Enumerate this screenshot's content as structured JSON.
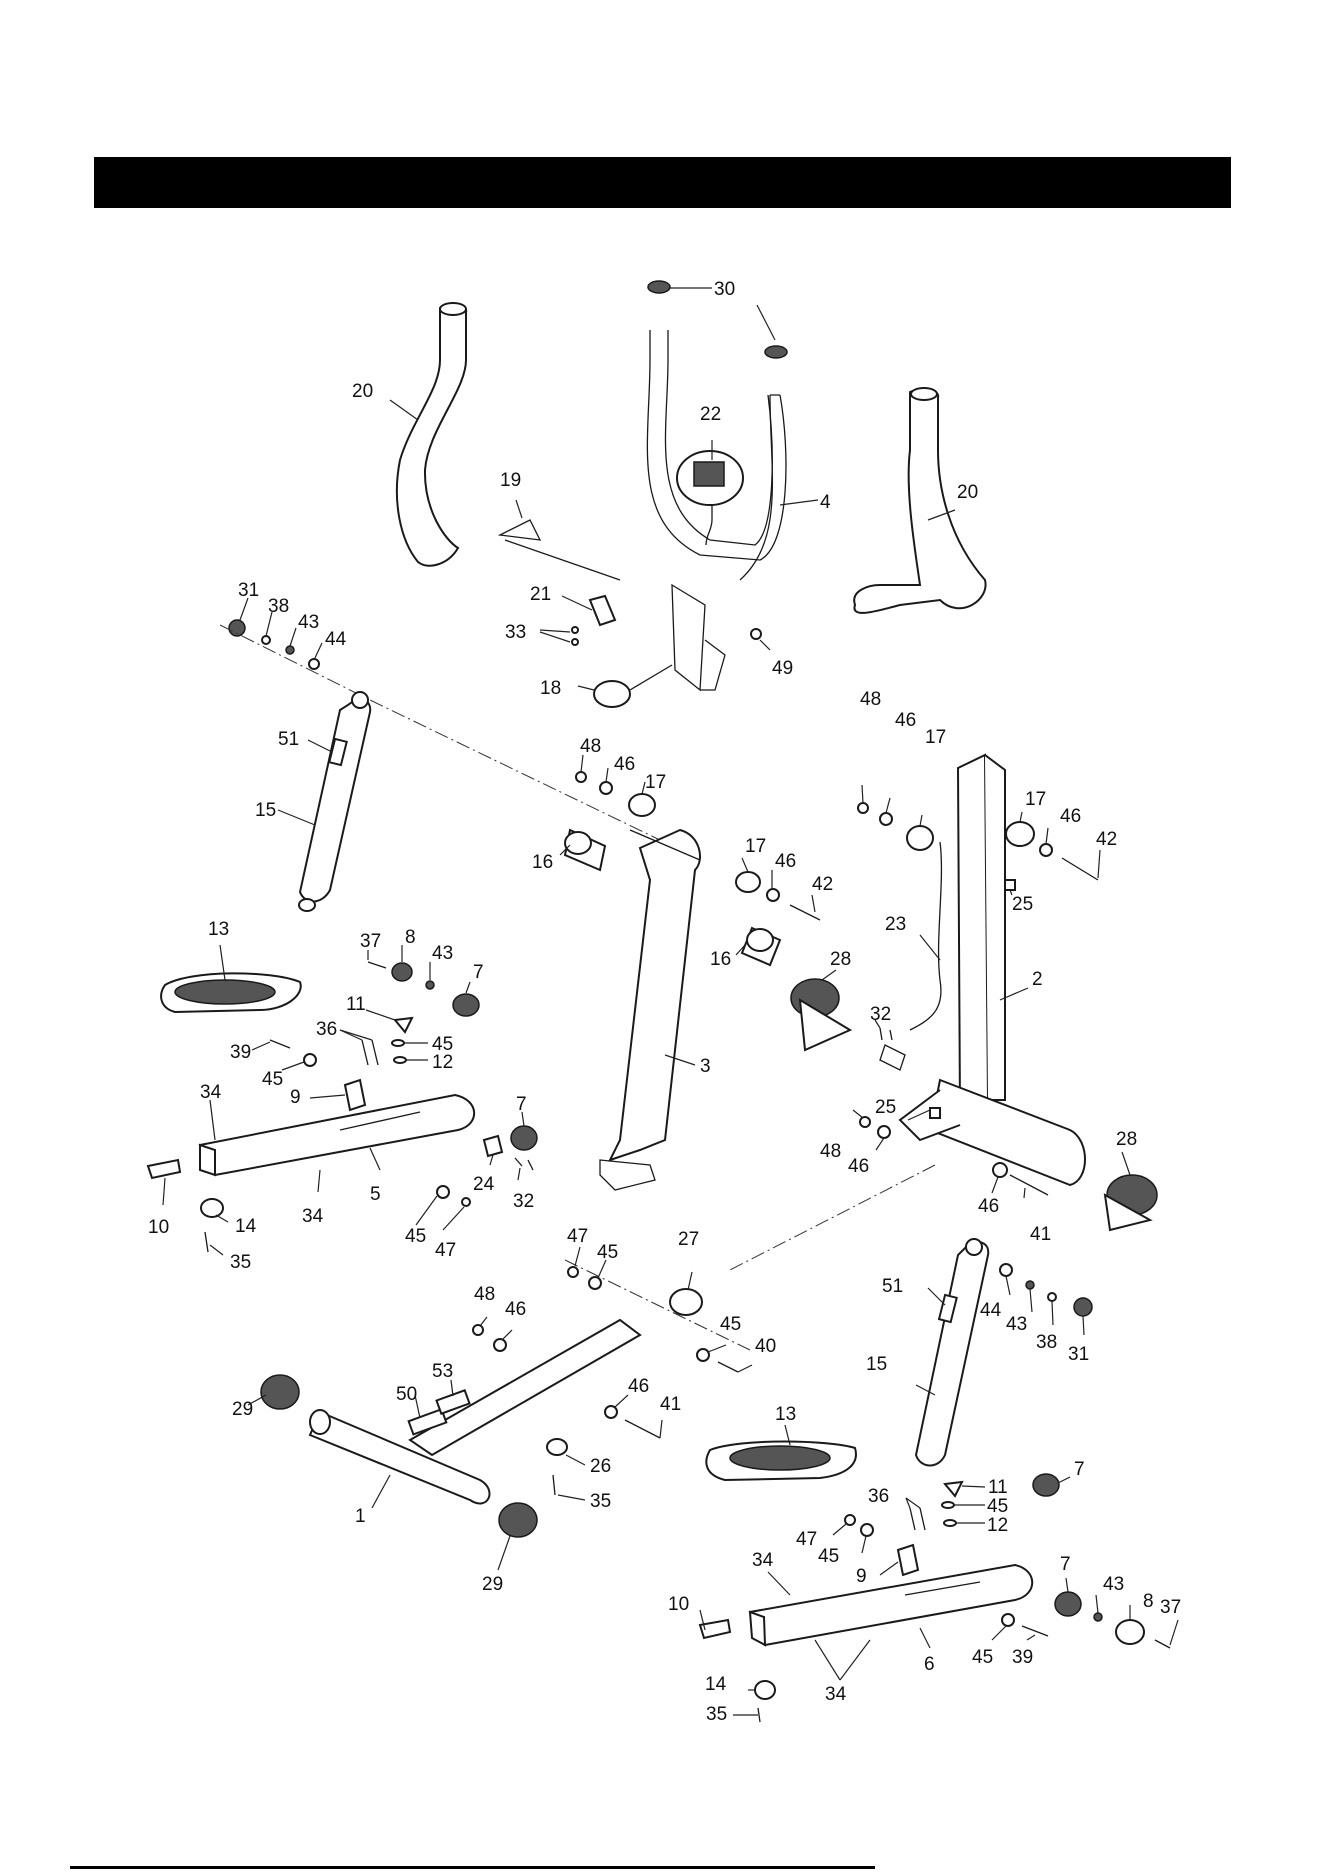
{
  "header": {
    "title": ""
  },
  "diagram": {
    "labels": [
      {
        "id": "l30",
        "text": "30"
      },
      {
        "id": "l20a",
        "text": "20"
      },
      {
        "id": "l22",
        "text": "22"
      },
      {
        "id": "l4",
        "text": "4"
      },
      {
        "id": "l20b",
        "text": "20"
      },
      {
        "id": "l19",
        "text": "19"
      },
      {
        "id": "l31a",
        "text": "31"
      },
      {
        "id": "l38a",
        "text": "38"
      },
      {
        "id": "l43a",
        "text": "43"
      },
      {
        "id": "l44a",
        "text": "44"
      },
      {
        "id": "l21",
        "text": "21"
      },
      {
        "id": "l33",
        "text": "33"
      },
      {
        "id": "l49",
        "text": "49"
      },
      {
        "id": "l18",
        "text": "18"
      },
      {
        "id": "l48a",
        "text": "48"
      },
      {
        "id": "l46a",
        "text": "46"
      },
      {
        "id": "l17a",
        "text": "17"
      },
      {
        "id": "l51a",
        "text": "51"
      },
      {
        "id": "l48b",
        "text": "48"
      },
      {
        "id": "l46b",
        "text": "46"
      },
      {
        "id": "l17b",
        "text": "17"
      },
      {
        "id": "l17c",
        "text": "17"
      },
      {
        "id": "l46c",
        "text": "46"
      },
      {
        "id": "l42a",
        "text": "42"
      },
      {
        "id": "l15a",
        "text": "15"
      },
      {
        "id": "l16a",
        "text": "16"
      },
      {
        "id": "l17d",
        "text": "17"
      },
      {
        "id": "l46d",
        "text": "46"
      },
      {
        "id": "l42b",
        "text": "42"
      },
      {
        "id": "l25a",
        "text": "25"
      },
      {
        "id": "l37a",
        "text": "37"
      },
      {
        "id": "l8a",
        "text": "8"
      },
      {
        "id": "l43b",
        "text": "43"
      },
      {
        "id": "l7a",
        "text": "7"
      },
      {
        "id": "l13a",
        "text": "13"
      },
      {
        "id": "l16b",
        "text": "16"
      },
      {
        "id": "l23",
        "text": "23"
      },
      {
        "id": "l28a",
        "text": "28"
      },
      {
        "id": "l2",
        "text": "2"
      },
      {
        "id": "l11a",
        "text": "11"
      },
      {
        "id": "l36a",
        "text": "36"
      },
      {
        "id": "l45a",
        "text": "45"
      },
      {
        "id": "l12a",
        "text": "12"
      },
      {
        "id": "l39a",
        "text": "39"
      },
      {
        "id": "l45b",
        "text": "45"
      },
      {
        "id": "l32a",
        "text": "32"
      },
      {
        "id": "l3",
        "text": "3"
      },
      {
        "id": "l9a",
        "text": "9"
      },
      {
        "id": "l34a",
        "text": "34"
      },
      {
        "id": "l7b",
        "text": "7"
      },
      {
        "id": "l25b",
        "text": "25"
      },
      {
        "id": "l48c",
        "text": "48"
      },
      {
        "id": "l46e",
        "text": "46"
      },
      {
        "id": "l28b",
        "text": "28"
      },
      {
        "id": "l24",
        "text": "24"
      },
      {
        "id": "l32b",
        "text": "32"
      },
      {
        "id": "l5",
        "text": "5"
      },
      {
        "id": "l10a",
        "text": "10"
      },
      {
        "id": "l34b",
        "text": "34"
      },
      {
        "id": "l14a",
        "text": "14"
      },
      {
        "id": "l45c",
        "text": "45"
      },
      {
        "id": "l47a",
        "text": "47"
      },
      {
        "id": "l46f",
        "text": "46"
      },
      {
        "id": "l41a",
        "text": "41"
      },
      {
        "id": "l35a",
        "text": "35"
      },
      {
        "id": "l47b",
        "text": "47"
      },
      {
        "id": "l45d",
        "text": "45"
      },
      {
        "id": "l27",
        "text": "27"
      },
      {
        "id": "l51b",
        "text": "51"
      },
      {
        "id": "l44b",
        "text": "44"
      },
      {
        "id": "l43c",
        "text": "43"
      },
      {
        "id": "l38b",
        "text": "38"
      },
      {
        "id": "l31b",
        "text": "31"
      },
      {
        "id": "l48d",
        "text": "48"
      },
      {
        "id": "l46g",
        "text": "46"
      },
      {
        "id": "l45e",
        "text": "45"
      },
      {
        "id": "l40",
        "text": "40"
      },
      {
        "id": "l53",
        "text": "53"
      },
      {
        "id": "l15b",
        "text": "15"
      },
      {
        "id": "l50",
        "text": "50"
      },
      {
        "id": "l46h",
        "text": "46"
      },
      {
        "id": "l41b",
        "text": "41"
      },
      {
        "id": "l29a",
        "text": "29"
      },
      {
        "id": "l13b",
        "text": "13"
      },
      {
        "id": "l26",
        "text": "26"
      },
      {
        "id": "l35b",
        "text": "35"
      },
      {
        "id": "l11b",
        "text": "11"
      },
      {
        "id": "l7c",
        "text": "7"
      },
      {
        "id": "l36b",
        "text": "36"
      },
      {
        "id": "l45f",
        "text": "45"
      },
      {
        "id": "l1",
        "text": "1"
      },
      {
        "id": "l12b",
        "text": "12"
      },
      {
        "id": "l47c",
        "text": "47"
      },
      {
        "id": "l45g",
        "text": "45"
      },
      {
        "id": "l34c",
        "text": "34"
      },
      {
        "id": "l9b",
        "text": "9"
      },
      {
        "id": "l29b",
        "text": "29"
      },
      {
        "id": "l7d",
        "text": "7"
      },
      {
        "id": "l43d",
        "text": "43"
      },
      {
        "id": "l37b",
        "text": "37"
      },
      {
        "id": "l10b",
        "text": "10"
      },
      {
        "id": "l8b",
        "text": "8"
      },
      {
        "id": "l45h",
        "text": "45"
      },
      {
        "id": "l39b",
        "text": "39"
      },
      {
        "id": "l6",
        "text": "6"
      },
      {
        "id": "l14b",
        "text": "14"
      },
      {
        "id": "l34d",
        "text": "34"
      },
      {
        "id": "l35c",
        "text": "35"
      }
    ]
  }
}
